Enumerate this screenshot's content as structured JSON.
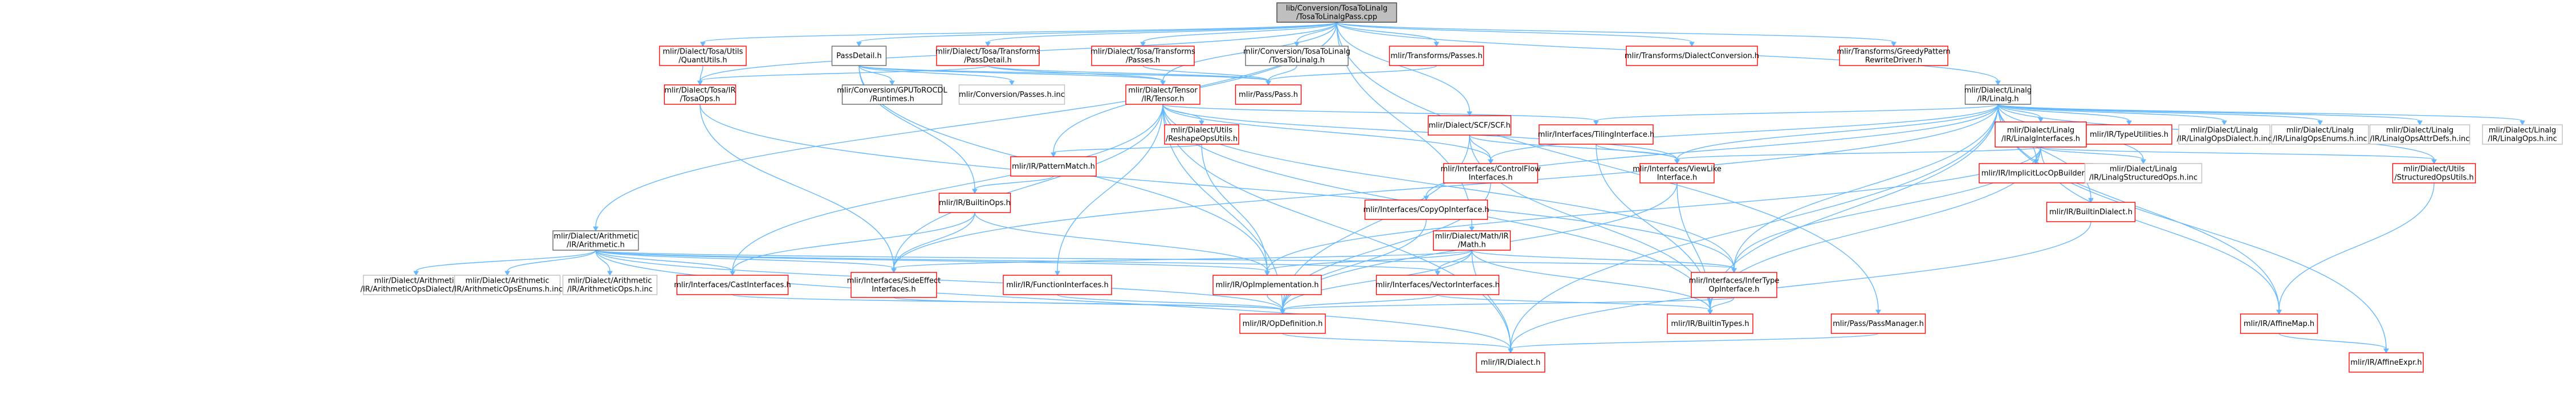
{
  "nodes": [
    {
      "id": "root",
      "lines": [
        "lib/Conversion/TosaToLinalg",
        "/TosaToLinalgPass.cpp"
      ],
      "kind": "root"
    },
    {
      "id": "quantutils",
      "lines": [
        "mlir/Dialect/Tosa/Utils",
        "/QuantUtils.h"
      ],
      "kind": "red"
    },
    {
      "id": "passdetail",
      "lines": [
        "PassDetail.h"
      ],
      "kind": "box"
    },
    {
      "id": "tosatransformspassdetail",
      "lines": [
        "mlir/Dialect/Tosa/Transforms",
        "/PassDetail.h"
      ],
      "kind": "red"
    },
    {
      "id": "tosatransformspasses",
      "lines": [
        "mlir/Dialect/Tosa/Transforms",
        "/Passes.h"
      ],
      "kind": "red"
    },
    {
      "id": "tosatolinalg",
      "lines": [
        "mlir/Conversion/TosaToLinalg",
        "/TosaToLinalg.h"
      ],
      "kind": "box"
    },
    {
      "id": "transformspasses",
      "lines": [
        "mlir/Transforms/Passes.h"
      ],
      "kind": "red"
    },
    {
      "id": "dialectconversion",
      "lines": [
        "mlir/Transforms/DialectConversion.h"
      ],
      "kind": "red"
    },
    {
      "id": "greedypattern",
      "lines": [
        "mlir/Transforms/GreedyPattern",
        "RewriteDriver.h"
      ],
      "kind": "red"
    },
    {
      "id": "tosaops",
      "lines": [
        "mlir/Dialect/Tosa/IR",
        "/TosaOps.h"
      ],
      "kind": "red"
    },
    {
      "id": "gputorocdl",
      "lines": [
        "mlir/Conversion/GPUToROCDL",
        "/Runtimes.h"
      ],
      "kind": "box"
    },
    {
      "id": "conversionpasses",
      "lines": [
        "mlir/Conversion/Passes.h.inc"
      ],
      "kind": "grey"
    },
    {
      "id": "tensor",
      "lines": [
        "mlir/Dialect/Tensor",
        "/IR/Tensor.h"
      ],
      "kind": "red"
    },
    {
      "id": "passpass",
      "lines": [
        "mlir/Pass/Pass.h"
      ],
      "kind": "red"
    },
    {
      "id": "scf",
      "lines": [
        "mlir/Dialect/SCF/SCF.h"
      ],
      "kind": "red"
    },
    {
      "id": "linalg",
      "lines": [
        "mlir/Dialect/Linalg",
        "/IR/Linalg.h"
      ],
      "kind": "box"
    },
    {
      "id": "reshapeoputils",
      "lines": [
        "mlir/Dialect/Utils",
        "/ReshapeOpsUtils.h"
      ],
      "kind": "red"
    },
    {
      "id": "tilinginterface",
      "lines": [
        "mlir/Interfaces/TilingInterface.h"
      ],
      "kind": "red"
    },
    {
      "id": "linalginterfaces",
      "lines": [
        "mlir/Dialect/Linalg",
        "/IR/LinalgInterfaces.h"
      ],
      "kind": "red"
    },
    {
      "id": "typeutilities",
      "lines": [
        "mlir/IR/TypeUtilities.h"
      ],
      "kind": "red"
    },
    {
      "id": "linalgopsdialect",
      "lines": [
        "mlir/Dialect/Linalg",
        "/IR/LinalgOpsDialect.h.inc"
      ],
      "kind": "grey"
    },
    {
      "id": "linalgopsenums",
      "lines": [
        "mlir/Dialect/Linalg",
        "/IR/LinalgOpsEnums.h.inc"
      ],
      "kind": "grey"
    },
    {
      "id": "linalgopsattrdefs",
      "lines": [
        "mlir/Dialect/Linalg",
        "/IR/LinalgOpsAttrDefs.h.inc"
      ],
      "kind": "grey"
    },
    {
      "id": "linalgops",
      "lines": [
        "mlir/Dialect/Linalg",
        "/IR/LinalgOps.h.inc"
      ],
      "kind": "grey"
    },
    {
      "id": "patternmatch",
      "lines": [
        "mlir/IR/PatternMatch.h"
      ],
      "kind": "red"
    },
    {
      "id": "controlflowinterfaces",
      "lines": [
        "mlir/Interfaces/ControlFlow",
        "Interfaces.h"
      ],
      "kind": "red"
    },
    {
      "id": "viewlikeinterface",
      "lines": [
        "mlir/Interfaces/ViewLike",
        "Interface.h"
      ],
      "kind": "red"
    },
    {
      "id": "implicitlocopbuilder",
      "lines": [
        "mlir/IR/ImplicitLocOpBuilder.h"
      ],
      "kind": "red"
    },
    {
      "id": "linalgstructuredops",
      "lines": [
        "mlir/Dialect/Linalg",
        "/IR/LinalgStructuredOps.h.inc"
      ],
      "kind": "grey"
    },
    {
      "id": "structuredoputils",
      "lines": [
        "mlir/Dialect/Utils",
        "/StructuredOpsUtils.h"
      ],
      "kind": "red"
    },
    {
      "id": "builtinops",
      "lines": [
        "mlir/IR/BuiltinOps.h"
      ],
      "kind": "red"
    },
    {
      "id": "copyopinterface",
      "lines": [
        "mlir/Interfaces/CopyOpInterface.h"
      ],
      "kind": "red"
    },
    {
      "id": "mathdialect",
      "lines": [
        "mlir/Dialect/Math/IR",
        "/Math.h"
      ],
      "kind": "red"
    },
    {
      "id": "builtindialect",
      "lines": [
        "mlir/IR/BuiltinDialect.h"
      ],
      "kind": "red"
    },
    {
      "id": "arithmetic",
      "lines": [
        "mlir/Dialect/Arithmetic",
        "/IR/Arithmetic.h"
      ],
      "kind": "box"
    },
    {
      "id": "arithopsdialect",
      "lines": [
        "mlir/Dialect/Arithmetic",
        "/IR/ArithmeticOpsDialect.h.inc"
      ],
      "kind": "grey"
    },
    {
      "id": "arithopsenums",
      "lines": [
        "mlir/Dialect/Arithmetic",
        "/IR/ArithmeticOpsEnums.h.inc"
      ],
      "kind": "grey"
    },
    {
      "id": "arithops",
      "lines": [
        "mlir/Dialect/Arithmetic",
        "/IR/ArithmeticOps.h.inc"
      ],
      "kind": "grey"
    },
    {
      "id": "castinterfaces",
      "lines": [
        "mlir/Interfaces/CastInterfaces.h"
      ],
      "kind": "red"
    },
    {
      "id": "sideeffectinterfaces",
      "lines": [
        "mlir/Interfaces/SideEffect",
        "Interfaces.h"
      ],
      "kind": "red"
    },
    {
      "id": "functioninterfaces",
      "lines": [
        "mlir/IR/FunctionInterfaces.h"
      ],
      "kind": "red"
    },
    {
      "id": "opimplementation",
      "lines": [
        "mlir/IR/OpImplementation.h"
      ],
      "kind": "red"
    },
    {
      "id": "vectorinterfaces",
      "lines": [
        "mlir/Interfaces/VectorInterfaces.h"
      ],
      "kind": "red"
    },
    {
      "id": "infertypeopinterface",
      "lines": [
        "mlir/Interfaces/InferType",
        "OpInterface.h"
      ],
      "kind": "red"
    },
    {
      "id": "opdefinition",
      "lines": [
        "mlir/IR/OpDefinition.h"
      ],
      "kind": "red"
    },
    {
      "id": "builtintypes",
      "lines": [
        "mlir/IR/BuiltinTypes.h"
      ],
      "kind": "red"
    },
    {
      "id": "passmanager",
      "lines": [
        "mlir/Pass/PassManager.h"
      ],
      "kind": "red"
    },
    {
      "id": "affinemap",
      "lines": [
        "mlir/IR/AffineMap.h"
      ],
      "kind": "red"
    },
    {
      "id": "irdialect",
      "lines": [
        "mlir/IR/Dialect.h"
      ],
      "kind": "red"
    },
    {
      "id": "affineexpr",
      "lines": [
        "mlir/IR/AffineExpr.h"
      ],
      "kind": "red"
    }
  ],
  "edges": [
    [
      "root",
      "quantutils"
    ],
    [
      "root",
      "passdetail"
    ],
    [
      "root",
      "tosatransformspassdetail"
    ],
    [
      "root",
      "tosatransformspasses"
    ],
    [
      "root",
      "tosatolinalg"
    ],
    [
      "root",
      "transformspasses"
    ],
    [
      "root",
      "dialectconversion"
    ],
    [
      "root",
      "greedypattern"
    ],
    [
      "root",
      "tosaops"
    ],
    [
      "root",
      "tensor"
    ],
    [
      "root",
      "scf"
    ],
    [
      "root",
      "linalg"
    ],
    [
      "root",
      "mathdialect"
    ],
    [
      "root",
      "arithmetic"
    ],
    [
      "root",
      "patternmatch"
    ],
    [
      "root",
      "passmanager"
    ],
    [
      "quantutils",
      "tosaops"
    ],
    [
      "passdetail",
      "gputorocdl"
    ],
    [
      "passdetail",
      "conversionpasses"
    ],
    [
      "passdetail",
      "tensor"
    ],
    [
      "passdetail",
      "passpass"
    ],
    [
      "passdetail",
      "builtinops"
    ],
    [
      "passdetail",
      "opimplementation"
    ],
    [
      "tosatransformspassdetail",
      "tensor"
    ],
    [
      "tosatransformspassdetail",
      "passpass"
    ],
    [
      "tosatransformspassdetail",
      "tosaops"
    ],
    [
      "tosatransformspasses",
      "passpass"
    ],
    [
      "tosatolinalg",
      "passpass"
    ],
    [
      "transformspasses",
      "passpass"
    ],
    [
      "tosaops",
      "infertypeopinterface"
    ],
    [
      "tosaops",
      "sideeffectinterfaces"
    ],
    [
      "tensor",
      "reshapeoputils"
    ],
    [
      "tensor",
      "tilinginterface"
    ],
    [
      "tensor",
      "controlflowinterfaces"
    ],
    [
      "tensor",
      "viewlikeinterface"
    ],
    [
      "tensor",
      "castinterfaces"
    ],
    [
      "tensor",
      "sideeffectinterfaces"
    ],
    [
      "tensor",
      "functioninterfaces"
    ],
    [
      "tensor",
      "opdefinition"
    ],
    [
      "tensor",
      "infertypeopinterface"
    ],
    [
      "tensor",
      "builtintypes"
    ],
    [
      "tensor",
      "irdialect"
    ],
    [
      "scf",
      "controlflowinterfaces"
    ],
    [
      "scf",
      "viewlikeinterface"
    ],
    [
      "scf",
      "opdefinition"
    ],
    [
      "scf",
      "builtintypes"
    ],
    [
      "linalg",
      "tilinginterface"
    ],
    [
      "linalg",
      "linalginterfaces"
    ],
    [
      "linalg",
      "typeutilities"
    ],
    [
      "linalg",
      "linalgopsdialect"
    ],
    [
      "linalg",
      "linalgopsenums"
    ],
    [
      "linalg",
      "linalgopsattrdefs"
    ],
    [
      "linalg",
      "linalgops"
    ],
    [
      "linalg",
      "viewlikeinterface"
    ],
    [
      "linalg",
      "implicitlocopbuilder"
    ],
    [
      "linalg",
      "linalgstructuredops"
    ],
    [
      "linalg",
      "structuredoputils"
    ],
    [
      "linalg",
      "builtindialect"
    ],
    [
      "linalg",
      "controlflowinterfaces"
    ],
    [
      "linalg",
      "sideeffectinterfaces"
    ],
    [
      "linalg",
      "copyopinterface"
    ],
    [
      "linalg",
      "infertypeopinterface"
    ],
    [
      "linalg",
      "builtintypes"
    ],
    [
      "linalg",
      "affinemap"
    ],
    [
      "linalg",
      "irdialect"
    ],
    [
      "linalg",
      "affineexpr"
    ],
    [
      "reshapeoputils",
      "patternmatch"
    ],
    [
      "reshapeoputils",
      "opimplementation"
    ],
    [
      "tilinginterface",
      "viewlikeinterface"
    ],
    [
      "tilinginterface",
      "builtintypes"
    ],
    [
      "linalginterfaces",
      "viewlikeinterface"
    ],
    [
      "linalginterfaces",
      "implicitlocopbuilder"
    ],
    [
      "linalginterfaces",
      "linalgstructuredops"
    ],
    [
      "linalginterfaces",
      "structuredoputils"
    ],
    [
      "linalginterfaces",
      "opimplementation"
    ],
    [
      "linalginterfaces",
      "infertypeopinterface"
    ],
    [
      "linalginterfaces",
      "builtintypes"
    ],
    [
      "linalginterfaces",
      "affinemap"
    ],
    [
      "patternmatch",
      "builtinops"
    ],
    [
      "controlflowinterfaces",
      "opdefinition"
    ],
    [
      "viewlikeinterface",
      "builtintypes"
    ],
    [
      "viewlikeinterface",
      "opdefinition"
    ],
    [
      "structuredoputils",
      "affinemap"
    ],
    [
      "builtinops",
      "castinterfaces"
    ],
    [
      "builtinops",
      "sideeffectinterfaces"
    ],
    [
      "builtinops",
      "opimplementation"
    ],
    [
      "copyopinterface",
      "opdefinition"
    ],
    [
      "mathdialect",
      "opimplementation"
    ],
    [
      "mathdialect",
      "sideeffectinterfaces"
    ],
    [
      "mathdialect",
      "vectorinterfaces"
    ],
    [
      "mathdialect",
      "infertypeopinterface"
    ],
    [
      "mathdialect",
      "opdefinition"
    ],
    [
      "mathdialect",
      "builtintypes"
    ],
    [
      "mathdialect",
      "irdialect"
    ],
    [
      "builtindialect",
      "irdialect"
    ],
    [
      "arithmetic",
      "arithopsdialect"
    ],
    [
      "arithmetic",
      "arithopsenums"
    ],
    [
      "arithmetic",
      "arithops"
    ],
    [
      "arithmetic",
      "castinterfaces"
    ],
    [
      "arithmetic",
      "sideeffectinterfaces"
    ],
    [
      "arithmetic",
      "opimplementation"
    ],
    [
      "arithmetic",
      "vectorinterfaces"
    ],
    [
      "arithmetic",
      "infertypeopinterface"
    ],
    [
      "arithmetic",
      "opdefinition"
    ],
    [
      "arithmetic",
      "irdialect"
    ],
    [
      "castinterfaces",
      "opdefinition"
    ],
    [
      "sideeffectinterfaces",
      "opdefinition"
    ],
    [
      "functioninterfaces",
      "opdefinition"
    ],
    [
      "opimplementation",
      "opdefinition"
    ],
    [
      "vectorinterfaces",
      "builtintypes"
    ],
    [
      "vectorinterfaces",
      "opdefinition"
    ],
    [
      "infertypeopinterface",
      "builtintypes"
    ],
    [
      "infertypeopinterface",
      "opdefinition"
    ],
    [
      "opdefinition",
      "irdialect"
    ],
    [
      "passmanager",
      "irdialect"
    ],
    [
      "affinemap",
      "affineexpr"
    ]
  ],
  "colors": {
    "edge": "#63b8ff",
    "red_border": "#ff0000",
    "grey_border": "#bfbfbf",
    "root_fill": "#bfbfbf"
  }
}
